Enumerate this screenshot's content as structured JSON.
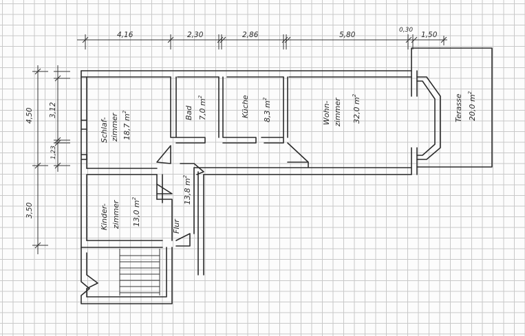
{
  "dimensions": {
    "top": [
      "4,16",
      "2,30",
      "2,86",
      "5,80",
      "0,30",
      "1,50"
    ],
    "left_outer": [
      "4,50",
      "3,50"
    ],
    "left_inner": [
      "3,12",
      "1,23"
    ]
  },
  "rooms": {
    "schlaf": {
      "name_1": "Schlaf-",
      "name_2": "zimmer",
      "area": "18,7",
      "unit": "m"
    },
    "bad": {
      "name": "Bad",
      "area": "7,0",
      "unit": "m"
    },
    "kueche": {
      "name": "Küche",
      "area": "8,3",
      "unit": "m"
    },
    "wohn": {
      "name_1": "Wohn-",
      "name_2": "zimmer",
      "area": "32,0",
      "unit": "m"
    },
    "terasse": {
      "name": "Terasse",
      "area": "20,0",
      "unit": "m"
    },
    "kinder": {
      "name_1": "Kinder-",
      "name_2": "zimmer",
      "area": "13,0",
      "unit": "m"
    },
    "flur": {
      "name": "Flur",
      "area": "13,8",
      "unit": "m"
    }
  },
  "squared_mark": "2"
}
